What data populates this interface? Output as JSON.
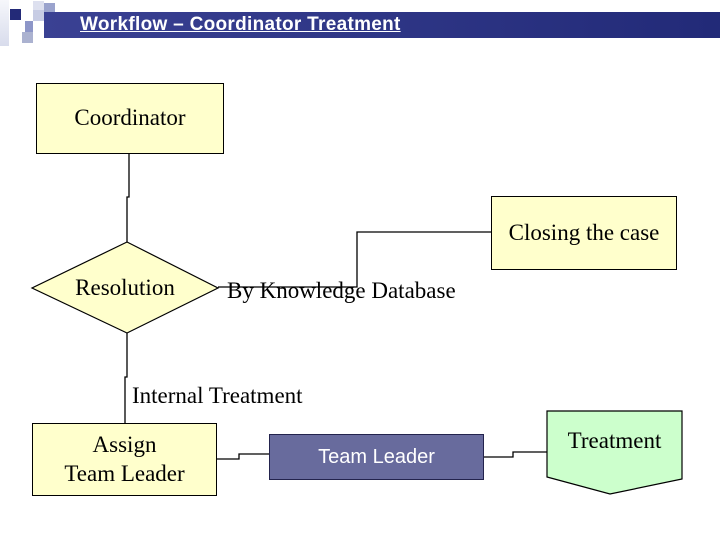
{
  "slide": {
    "title": "Workflow – Coordinator Treatment"
  },
  "colors": {
    "title_bar": "#232a78",
    "title_text": "#ffffff",
    "shape_yellow": "#ffffcc",
    "shape_green": "#ccffcc",
    "shape_purple": "#686b9d"
  },
  "nodes": {
    "coordinator": {
      "label": "Coordinator"
    },
    "closing": {
      "label": "Closing the case"
    },
    "resolution": {
      "label": "Resolution"
    },
    "assign": {
      "label_line1": "Assign",
      "label_line2": "Team Leader"
    },
    "team_leader": {
      "label": "Team Leader"
    },
    "treatment": {
      "label": "Treatment"
    }
  },
  "annotations": {
    "by_knowledge_database": "By Knowledge Database",
    "internal_treatment": "Internal Treatment"
  }
}
